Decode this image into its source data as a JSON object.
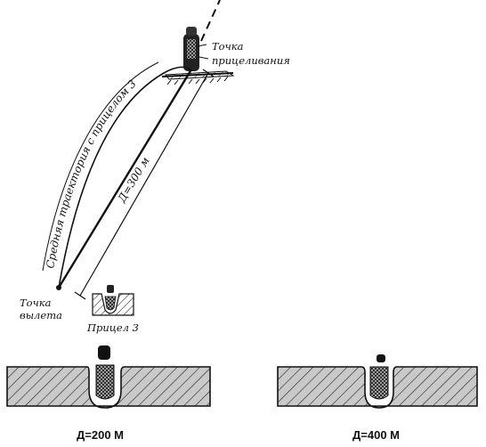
{
  "labels": {
    "aim_point_line1": "Точка",
    "aim_point_line2": "прицеливания",
    "launch_point_line1": "Точка",
    "launch_point_line2": "вылета",
    "sight_label": "Прицел 3",
    "trajectory_label": "Средняя траектория с прицелом 3",
    "distance_label": "Д=300 м",
    "left_sight_caption": "Д=200 М",
    "right_sight_caption": "Д=400 М"
  }
}
